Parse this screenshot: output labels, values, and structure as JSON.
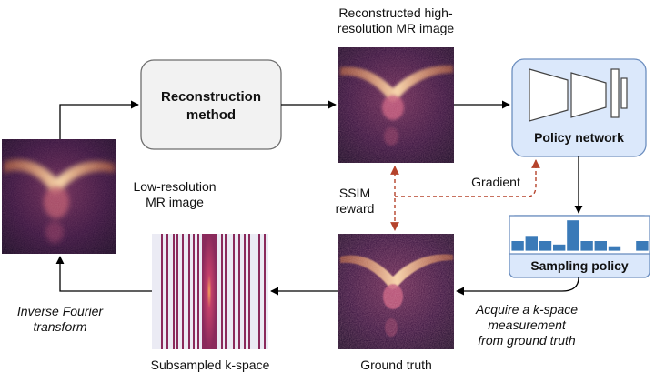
{
  "nodes": {
    "low_res_image": {
      "label_lines": [
        "Low-resolution",
        "MR image"
      ]
    },
    "reconstruction_method": {
      "label_lines": [
        "Reconstruction",
        "method"
      ]
    },
    "reconstructed_image": {
      "label_lines": [
        "Reconstructed high-",
        "resolution MR image"
      ]
    },
    "policy_network": {
      "label": "Policy network"
    },
    "sampling_policy": {
      "label": "Sampling policy",
      "bar_heights": [
        0.3,
        0.45,
        0.3,
        0.2,
        0.9,
        0.3,
        0.3,
        0.15,
        0.0,
        0.3
      ]
    },
    "ground_truth": {
      "label": "Ground truth"
    },
    "subsampled_kspace": {
      "label": "Subsampled k-space"
    }
  },
  "edges": {
    "inverse_fourier": {
      "label_lines": [
        "Inverse Fourier",
        "transform"
      ]
    },
    "ssim_reward": {
      "label_lines": [
        "SSIM",
        "reward"
      ]
    },
    "gradient": {
      "label": "Gradient"
    },
    "acquire": {
      "label_lines": [
        "Acquire a k-space",
        "measurement",
        "from ground truth"
      ]
    }
  },
  "colors": {
    "recon_box_fill": "#f2f2f2",
    "policy_box_fill": "#dbe8fb",
    "policy_box_stroke": "#6c8ebf",
    "bar_fill": "#3a7ab8",
    "dashed_arrow": "#b5432c",
    "image_dark": "#1f0d2a",
    "image_bright": "#f7d9a8",
    "kspace_line": "#8a2a5c"
  }
}
